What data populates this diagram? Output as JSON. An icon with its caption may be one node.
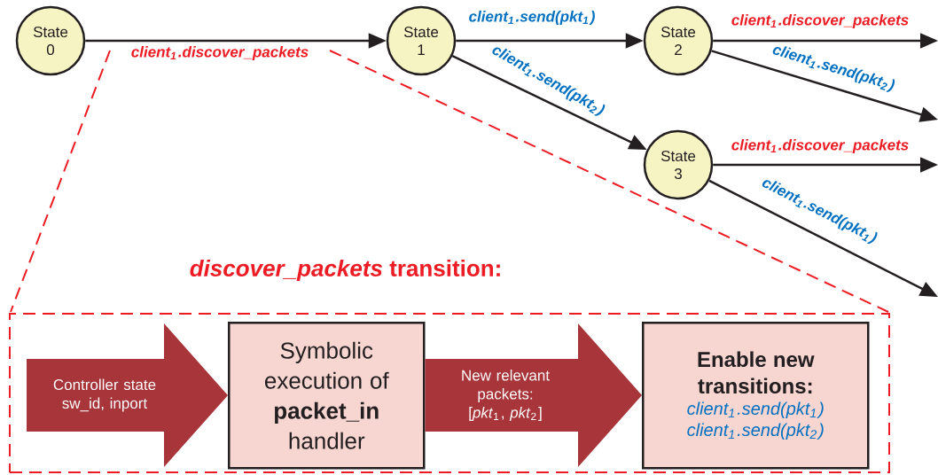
{
  "diagram": {
    "nodes": [
      {
        "text": [
          "State 0"
        ]
      },
      {
        "text": [
          "State 1"
        ]
      },
      {
        "text": [
          "State 2"
        ]
      },
      {
        "text": [
          "State 3"
        ]
      },
      {
        "text": [
          "*discover_packets* transition:"
        ]
      },
      {
        "text": [
          "Symbolic execution of **packet_in** handler"
        ],
        "in": 4
      },
      {
        "text": [
          "Enable new transitions:",
          "client$_{1}$.send(pkt$_{1}$)",
          "client$_{1}$.send(pkt$_{2}$)"
        ],
        "in": 4
      }
    ],
    "edges": [
      {
        "from": 0,
        "to": 1,
        "arrow": "to",
        "label": "client$_{1}$.discover_packets"
      },
      {
        "from": 1,
        "to": 2,
        "arrow": "to",
        "label": "client$_{1}$.send(pkt$_{1}$)"
      },
      {
        "from": 1,
        "to": 3,
        "arrow": "to",
        "label": "client$_{1}$.send(pkt$_{2}$)"
      },
      {
        "from": 2,
        "to": null,
        "arrow": "to",
        "label": "client$_{1}$.discover_packets"
      },
      {
        "from": 2,
        "to": null,
        "arrow": "to",
        "label": "client$_{1}$.send(pkt$_{2}$)"
      },
      {
        "from": 3,
        "to": null,
        "arrow": "to",
        "label": "client$_{1}$.discover_packets"
      },
      {
        "from": 3,
        "to": null,
        "arrow": "to",
        "label": "client$_{1}$.send(pkt$_{1}$)"
      },
      {
        "from": null,
        "to": 5,
        "arrow": "to",
        "label": "Controller state sw_id, inport",
        "style": "thick",
        "color": "#a7353a"
      },
      {
        "from": 5,
        "to": 6,
        "arrow": "to",
        "label": "New relevant packets: [*pkt*$_{1}$, *pkt*$_{2}$]",
        "style": "thick",
        "color": "#a7353a"
      }
    ]
  }
}
